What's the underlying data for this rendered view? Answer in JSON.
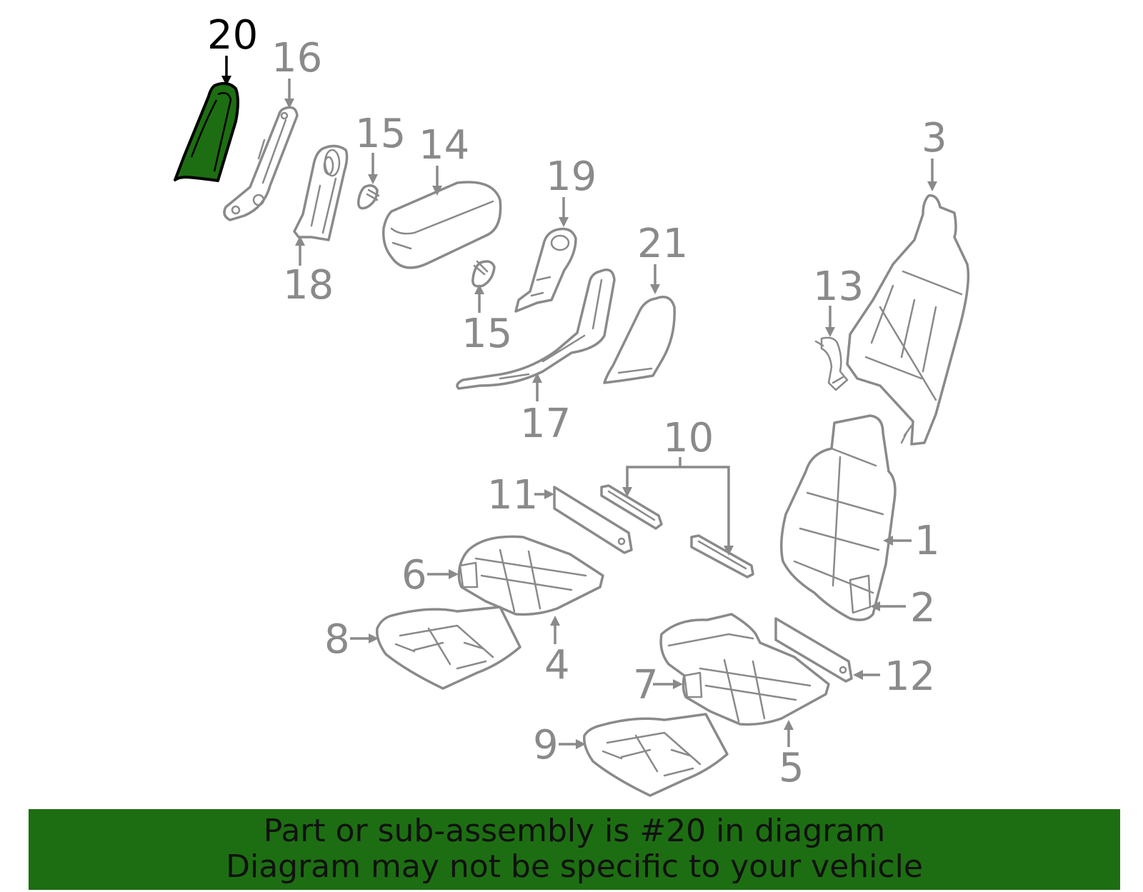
{
  "diagram": {
    "highlighted_part": "20",
    "callouts": {
      "c1": "1",
      "c2": "2",
      "c3": "3",
      "c4": "4",
      "c5": "5",
      "c6": "6",
      "c7": "7",
      "c8": "8",
      "c9": "9",
      "c10": "10",
      "c11": "11",
      "c12": "12",
      "c13": "13",
      "c14": "14",
      "c15a": "15",
      "c15b": "15",
      "c16": "16",
      "c17": "17",
      "c18": "18",
      "c19": "19",
      "c20": "20",
      "c21": "21"
    },
    "colors": {
      "highlight": "#1d6e12",
      "line": "#8a8a8a",
      "active": "#000000"
    }
  },
  "banner": {
    "line1": "Part or sub-assembly is #20 in diagram",
    "line2": "Diagram may not be specific to your vehicle",
    "background": "#1d6e12"
  }
}
